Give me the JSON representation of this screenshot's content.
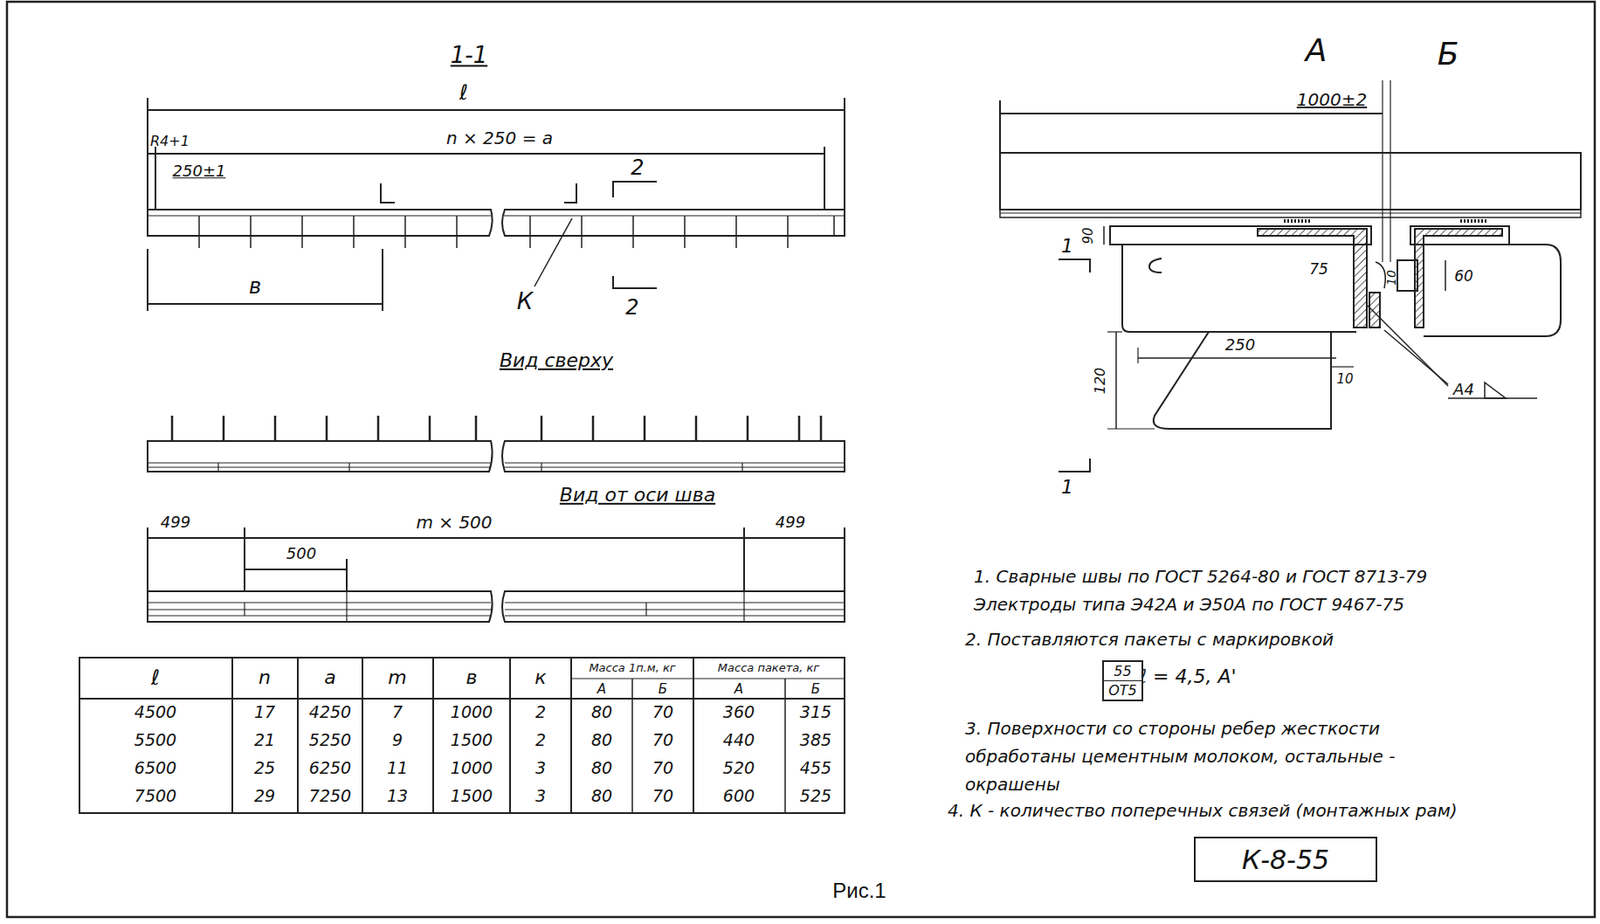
{
  "diagram": {
    "caption": "Рис.1",
    "nodes": [
      {
        "text": [
          "55",
          "ОТ5"
        ]
      },
      {
        "text": [
          "К-8-55"
        ]
      }
    ],
    "edges": [],
    "labels": [
      "1-1",
      "ℓ",
      "R4+1",
      "n × 250 = a",
      "250±1",
      "2",
      "2",
      "К",
      "в",
      "Вид сверху",
      "Вид от оси шва",
      "499",
      "m × 500",
      "499",
      "500",
      "ℓ",
      "n",
      "a",
      "m",
      "в",
      "к",
      "Масса 1п.м, кг",
      "А",
      "Б",
      "Масса пакета, кг",
      "А",
      "Б",
      "4500",
      "17",
      "4250",
      "7",
      "1000",
      "2",
      "80",
      "70",
      "360",
      "315",
      "5500",
      "21",
      "5250",
      "9",
      "1500",
      "2",
      "80",
      "70",
      "440",
      "385",
      "6500",
      "25",
      "6250",
      "11",
      "1000",
      "3",
      "80",
      "70",
      "520",
      "455",
      "7500",
      "29",
      "7250",
      "13",
      "1500",
      "3",
      "80",
      "70",
      "600",
      "525",
      "А",
      "Б",
      "1000±2",
      "1",
      "90",
      "75",
      "60",
      "10",
      "250",
      "120",
      "10",
      "А4",
      "1",
      "1. Сварные швы по ГОСТ 5264-80 и ГОСТ 8713-79 Электроды типа Э42А и Э50А по ГОСТ 9467-75",
      "2. Поставляются пакеты с маркировкой",
      "ℓ = 4,5, А'",
      "3. Поверхности со стороны ребер жесткости обработаны цементным молоком, остальные - окрашены",
      "4. К - количество поперечных связей (монтажных рам)"
    ]
  }
}
